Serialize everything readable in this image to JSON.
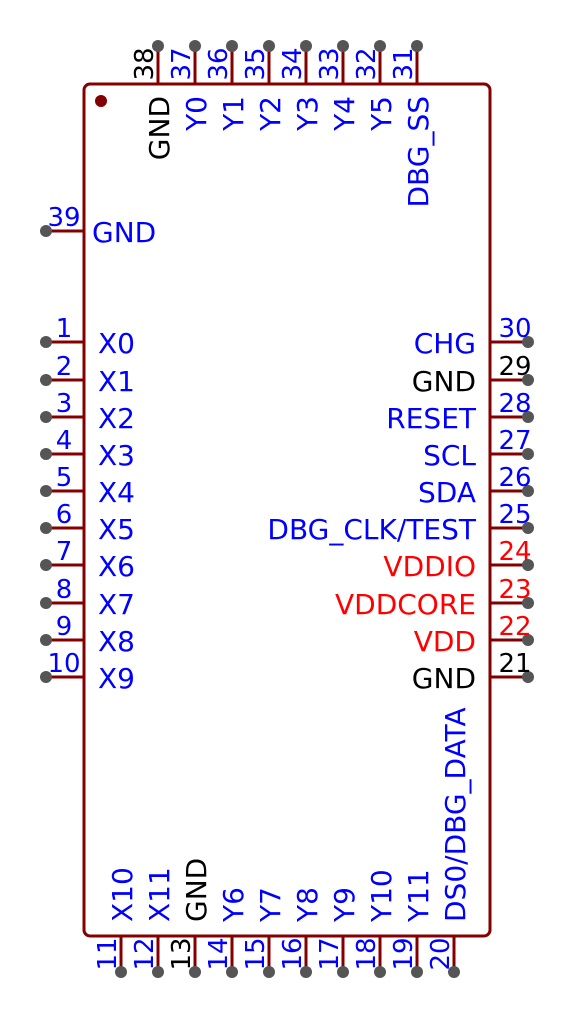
{
  "colors": {
    "body": "#840000",
    "pin_dot": "#555555",
    "blue": "#0000ff",
    "black": "#000000",
    "red": "#ff0000",
    "marker": "#840000"
  },
  "left_pins": [
    {
      "num": "39",
      "name": "GND",
      "color": "blue"
    },
    {
      "num": "1",
      "name": "X0",
      "color": "blue"
    },
    {
      "num": "2",
      "name": "X1",
      "color": "blue"
    },
    {
      "num": "3",
      "name": "X2",
      "color": "blue"
    },
    {
      "num": "4",
      "name": "X3",
      "color": "blue"
    },
    {
      "num": "5",
      "name": "X4",
      "color": "blue"
    },
    {
      "num": "6",
      "name": "X5",
      "color": "blue"
    },
    {
      "num": "7",
      "name": "X6",
      "color": "blue"
    },
    {
      "num": "8",
      "name": "X7",
      "color": "blue"
    },
    {
      "num": "9",
      "name": "X8",
      "color": "blue"
    },
    {
      "num": "10",
      "name": "X9",
      "color": "blue"
    }
  ],
  "right_pins": [
    {
      "num": "30",
      "name": "CHG",
      "color": "blue"
    },
    {
      "num": "29",
      "name": "GND",
      "color": "black"
    },
    {
      "num": "28",
      "name": "RESET",
      "color": "blue"
    },
    {
      "num": "27",
      "name": "SCL",
      "color": "blue"
    },
    {
      "num": "26",
      "name": "SDA",
      "color": "blue"
    },
    {
      "num": "25",
      "name": "DBG_CLK/TEST",
      "color": "blue"
    },
    {
      "num": "24",
      "name": "VDDIO",
      "color": "red"
    },
    {
      "num": "23",
      "name": "VDDCORE",
      "color": "red"
    },
    {
      "num": "22",
      "name": "VDD",
      "color": "red"
    },
    {
      "num": "21",
      "name": "GND",
      "color": "black"
    }
  ],
  "top_pins": [
    {
      "num": "38",
      "name": "GND",
      "color": "black"
    },
    {
      "num": "37",
      "name": "Y0",
      "color": "blue"
    },
    {
      "num": "36",
      "name": "Y1",
      "color": "blue"
    },
    {
      "num": "35",
      "name": "Y2",
      "color": "blue"
    },
    {
      "num": "34",
      "name": "Y3",
      "color": "blue"
    },
    {
      "num": "33",
      "name": "Y4",
      "color": "blue"
    },
    {
      "num": "32",
      "name": "Y5",
      "color": "blue"
    },
    {
      "num": "31",
      "name": "DBG_SS",
      "color": "blue"
    }
  ],
  "bottom_pins": [
    {
      "num": "11",
      "name": "X10",
      "color": "blue"
    },
    {
      "num": "12",
      "name": "X11",
      "color": "blue"
    },
    {
      "num": "13",
      "name": "GND",
      "color": "black"
    },
    {
      "num": "14",
      "name": "Y6",
      "color": "blue"
    },
    {
      "num": "15",
      "name": "Y7",
      "color": "blue"
    },
    {
      "num": "16",
      "name": "Y8",
      "color": "blue"
    },
    {
      "num": "17",
      "name": "Y9",
      "color": "blue"
    },
    {
      "num": "18",
      "name": "Y10",
      "color": "blue"
    },
    {
      "num": "19",
      "name": "Y11",
      "color": "blue"
    },
    {
      "num": "20",
      "name": "DS0/DBG_DATA",
      "color": "blue"
    }
  ]
}
